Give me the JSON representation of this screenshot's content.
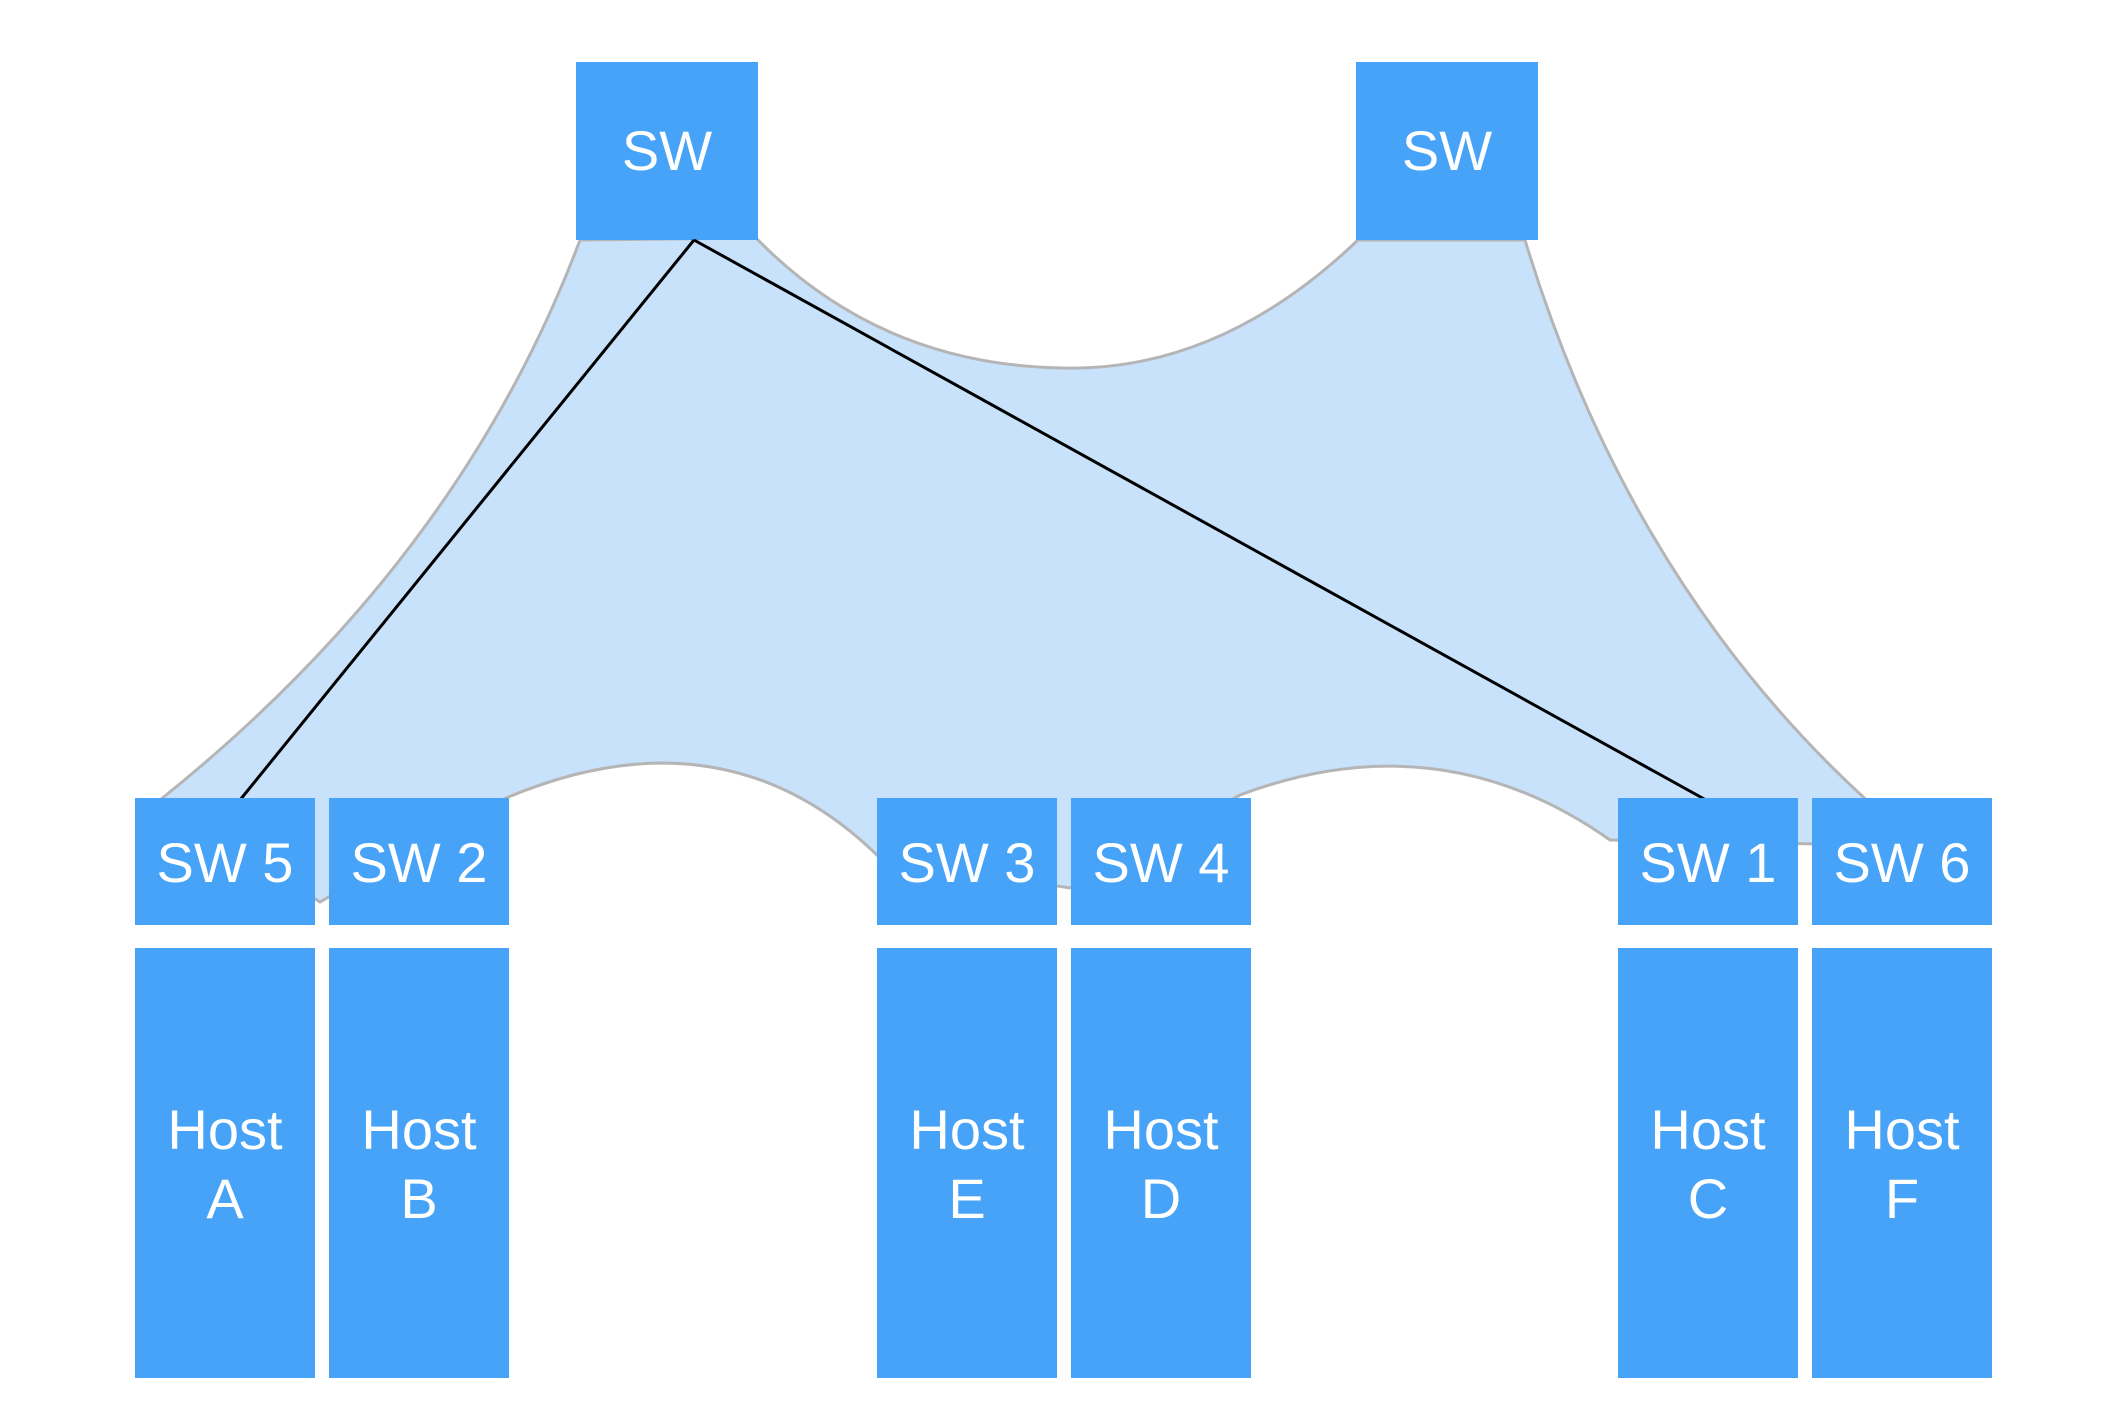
{
  "colors": {
    "box": "#46A3F7",
    "fabric": "#C8E2FB",
    "fabric_outline": "#B5B5B5",
    "link": "#000000",
    "text": "#FFFFFF"
  },
  "spine_switches": [
    {
      "label": "SW"
    },
    {
      "label": "SW"
    }
  ],
  "leaf_switches": [
    {
      "label": "SW 5"
    },
    {
      "label": "SW 2"
    },
    {
      "label": "SW 3"
    },
    {
      "label": "SW 4"
    },
    {
      "label": "SW 1"
    },
    {
      "label": "SW 6"
    }
  ],
  "hosts": [
    {
      "line1": "Host",
      "line2": "A"
    },
    {
      "line1": "Host",
      "line2": "B"
    },
    {
      "line1": "Host",
      "line2": "E"
    },
    {
      "line1": "Host",
      "line2": "D"
    },
    {
      "line1": "Host",
      "line2": "C"
    },
    {
      "line1": "Host",
      "line2": "F"
    }
  ]
}
